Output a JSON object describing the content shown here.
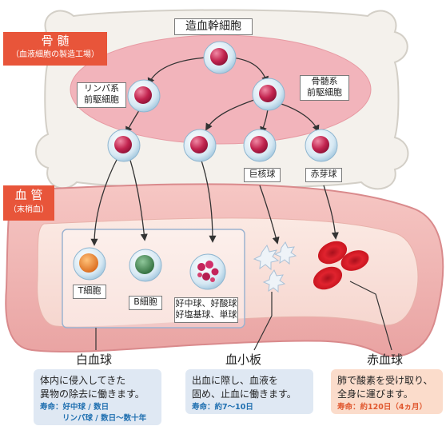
{
  "title_stem": "造血幹細胞",
  "bone": {
    "title": "骨 髄",
    "subtitle": "（血液細胞の製造工場）"
  },
  "vessel": {
    "title": "血 管",
    "subtitle": "（末梢血）"
  },
  "progenitors": {
    "lymphoid": [
      "リンパ系",
      "前駆細胞"
    ],
    "myeloid": [
      "骨髄系",
      "前駆細胞"
    ]
  },
  "cell_labels": {
    "megakaryocyte": "巨核球",
    "erythroblast": "赤芽球",
    "t_cell": "T細胞",
    "b_cell": "B細胞",
    "granulocytes": [
      "好中球、好酸球",
      "好塩基球、単球"
    ]
  },
  "sections": {
    "white": {
      "title": "白血球",
      "desc": [
        "体内に侵入してきた",
        "異物の除去に働きます。"
      ],
      "life": [
        "寿命：好中球 / 数日",
        "リンパ球 / 数日〜数十年"
      ]
    },
    "platelet": {
      "title": "血小板",
      "desc": [
        "出血に際し、血液を",
        "固め、止血に働きます。"
      ],
      "life": [
        "寿命：約7〜10日"
      ]
    },
    "red": {
      "title": "赤血球",
      "desc": [
        "肺で酸素を受け取り、",
        "全身に運びます。"
      ],
      "life": [
        "寿命：約120日（4ヵ月）"
      ]
    }
  },
  "colors": {
    "accent": "#e8553a",
    "life_text": "#1f6fb0",
    "red_life": "#e0572e"
  }
}
